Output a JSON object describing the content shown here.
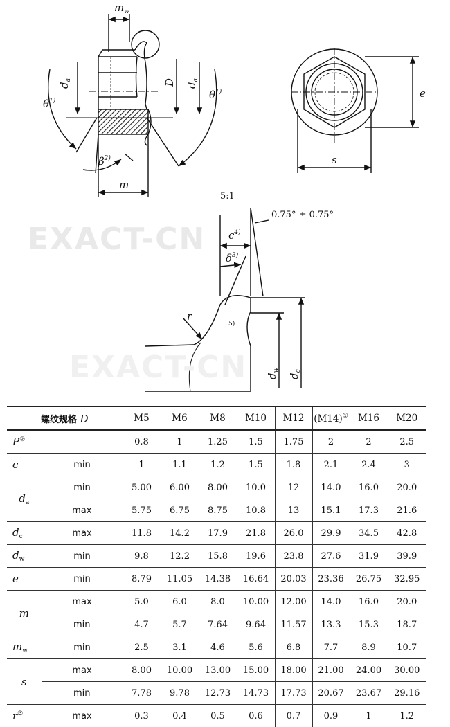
{
  "figure": {
    "scale": "5:1",
    "angle_tolerance": "0.75° ± 0.75°",
    "labels": {
      "m_w": "m",
      "m_w_sub": "w",
      "d_a": "d",
      "d_a_sub": "a",
      "D": "D",
      "theta": "θ",
      "theta_sup": "1)",
      "beta": "β",
      "beta_sup": "2)",
      "m": "m",
      "e": "e",
      "s": "s",
      "c": "c",
      "c_sup": "4)",
      "delta": "δ",
      "delta_sup": "3)",
      "r": "r",
      "note5": "5)",
      "d_w": "d",
      "d_w_sub": "w",
      "d_c": "d",
      "d_c_sub": "c"
    }
  },
  "watermark": "EXACT-CN",
  "table": {
    "header": {
      "label_cn": "螺纹规格 ",
      "label_sym": "D",
      "sizes": [
        "M5",
        "M6",
        "M8",
        "M10",
        "M12",
        "(M14)",
        "M16",
        "M20"
      ],
      "m14_note": "①"
    },
    "rows": {
      "P": {
        "sym": "P",
        "note": "②",
        "limit": "",
        "values": [
          "0.8",
          "1",
          "1.25",
          "1.5",
          "1.75",
          "2",
          "2",
          "2.5"
        ]
      },
      "c": {
        "sym": "c",
        "limit": "min",
        "values": [
          "1",
          "1.1",
          "1.2",
          "1.5",
          "1.8",
          "2.1",
          "2.4",
          "3"
        ]
      },
      "da": {
        "sym": "d",
        "sub": "a",
        "min": {
          "limit": "min",
          "values": [
            "5.00",
            "6.00",
            "8.00",
            "10.0",
            "12",
            "14.0",
            "16.0",
            "20.0"
          ]
        },
        "max": {
          "limit": "max",
          "values": [
            "5.75",
            "6.75",
            "8.75",
            "10.8",
            "13",
            "15.1",
            "17.3",
            "21.6"
          ]
        }
      },
      "dc": {
        "sym": "d",
        "sub": "c",
        "limit": "max",
        "values": [
          "11.8",
          "14.2",
          "17.9",
          "21.8",
          "26.0",
          "29.9",
          "34.5",
          "42.8"
        ]
      },
      "dw": {
        "sym": "d",
        "sub": "w",
        "limit": "min",
        "values": [
          "9.8",
          "12.2",
          "15.8",
          "19.6",
          "23.8",
          "27.6",
          "31.9",
          "39.9"
        ]
      },
      "e": {
        "sym": "e",
        "limit": "min",
        "values": [
          "8.79",
          "11.05",
          "14.38",
          "16.64",
          "20.03",
          "23.36",
          "26.75",
          "32.95"
        ]
      },
      "m": {
        "sym": "m",
        "max": {
          "limit": "max",
          "values": [
            "5.0",
            "6.0",
            "8.0",
            "10.00",
            "12.00",
            "14.0",
            "16.0",
            "20.0"
          ]
        },
        "min": {
          "limit": "min",
          "values": [
            "4.7",
            "5.7",
            "7.64",
            "9.64",
            "11.57",
            "13.3",
            "15.3",
            "18.7"
          ]
        }
      },
      "mw": {
        "sym": "m",
        "sub": "w",
        "limit": "min",
        "values": [
          "2.5",
          "3.1",
          "4.6",
          "5.6",
          "6.8",
          "7.7",
          "8.9",
          "10.7"
        ]
      },
      "s": {
        "sym": "s",
        "max": {
          "limit": "max",
          "values": [
            "8.00",
            "10.00",
            "13.00",
            "15.00",
            "18.00",
            "21.00",
            "24.00",
            "30.00"
          ]
        },
        "min": {
          "limit": "min",
          "values": [
            "7.78",
            "9.78",
            "12.73",
            "14.73",
            "17.73",
            "20.67",
            "23.67",
            "29.16"
          ]
        }
      },
      "r": {
        "sym": "r",
        "note": "③",
        "limit": "max",
        "values": [
          "0.3",
          "0.4",
          "0.5",
          "0.6",
          "0.7",
          "0.9",
          "1",
          "1.2"
        ]
      }
    }
  }
}
